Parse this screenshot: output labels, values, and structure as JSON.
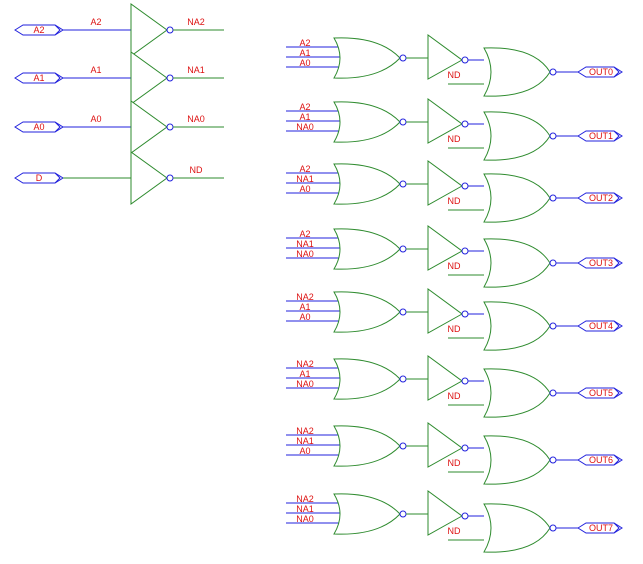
{
  "colors": {
    "wire": "#2222dd",
    "gate": "#2e8b2e",
    "label": "#dd1111",
    "background": "#ffffff"
  },
  "input_ports": [
    "A2",
    "A1",
    "A0",
    "D"
  ],
  "inverter_outputs": [
    "NA2",
    "NA1",
    "NA0",
    "ND"
  ],
  "input_wire_labels": [
    "A2",
    "A1",
    "A0"
  ],
  "decoder_rows": [
    {
      "inputs": [
        "A2",
        "A1",
        "A0"
      ],
      "enable": "ND",
      "output": "OUT0"
    },
    {
      "inputs": [
        "A2",
        "A1",
        "NA0"
      ],
      "enable": "ND",
      "output": "OUT1"
    },
    {
      "inputs": [
        "A2",
        "NA1",
        "A0"
      ],
      "enable": "ND",
      "output": "OUT2"
    },
    {
      "inputs": [
        "A2",
        "NA1",
        "NA0"
      ],
      "enable": "ND",
      "output": "OUT3"
    },
    {
      "inputs": [
        "NA2",
        "A1",
        "A0"
      ],
      "enable": "ND",
      "output": "OUT4"
    },
    {
      "inputs": [
        "NA2",
        "A1",
        "NA0"
      ],
      "enable": "ND",
      "output": "OUT5"
    },
    {
      "inputs": [
        "NA2",
        "NA1",
        "A0"
      ],
      "enable": "ND",
      "output": "OUT6"
    },
    {
      "inputs": [
        "NA2",
        "NA1",
        "NA0"
      ],
      "enable": "ND",
      "output": "OUT7"
    }
  ]
}
